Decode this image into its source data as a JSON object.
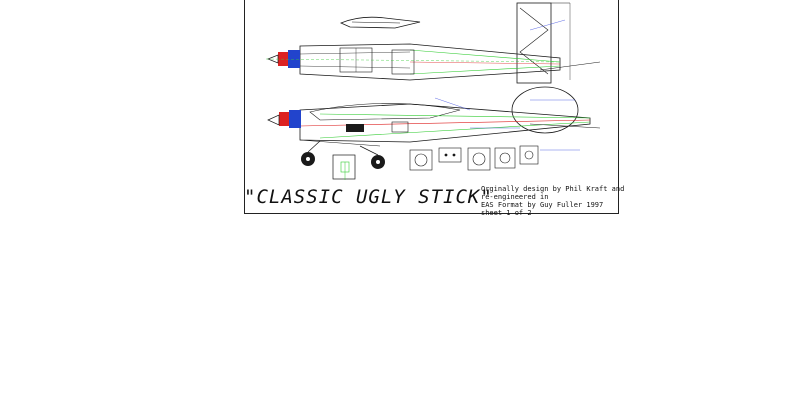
{
  "title": "\"CLASSIC UGLY STICK\"",
  "credits": [
    "Orginally design by Phil Kraft and",
    "re-engineered in",
    "EAS Format  by Guy Fuller 1997",
    "sheet 1 of 2"
  ],
  "colors": {
    "outline": "#1a1a1a",
    "structure": "#33cc33",
    "detail_red": "#dd2222",
    "engine_blue": "#2244cc",
    "dimension": "#3344dd",
    "note_text": "#3333aa"
  }
}
